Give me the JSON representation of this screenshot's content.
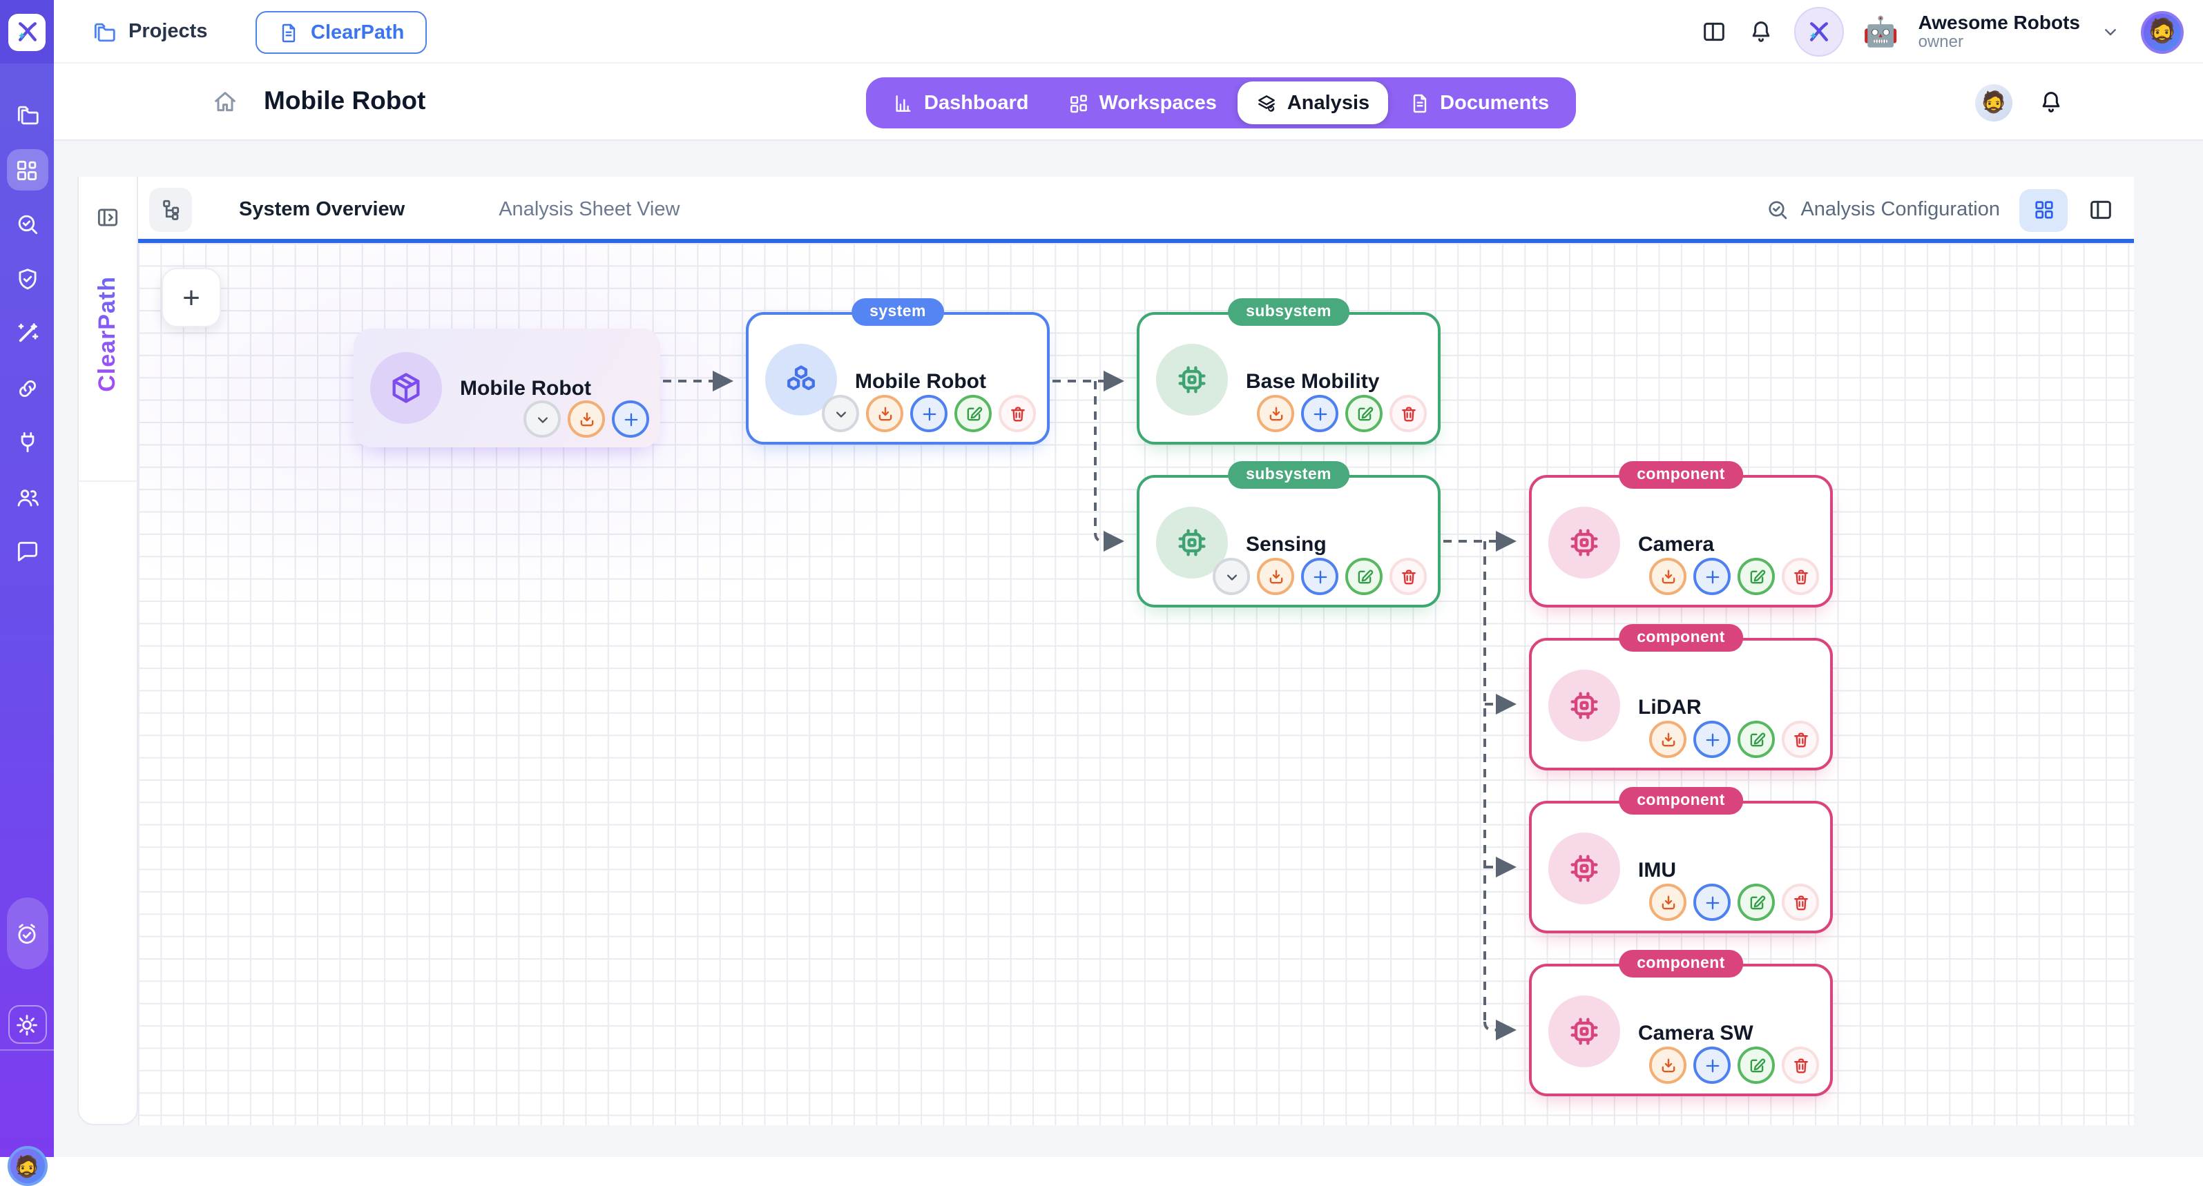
{
  "topbar": {
    "projects_label": "Projects",
    "clearpath_label": "ClearPath",
    "org_name": "Awesome Robots",
    "org_role": "owner"
  },
  "header": {
    "title": "Mobile Robot",
    "tabs": [
      {
        "label": "Dashboard",
        "active": false
      },
      {
        "label": "Workspaces",
        "active": false
      },
      {
        "label": "Analysis",
        "active": true
      },
      {
        "label": "Documents",
        "active": false
      }
    ]
  },
  "viewbar": {
    "tabs": [
      {
        "label": "System Overview",
        "active": true
      },
      {
        "label": "Analysis Sheet View",
        "active": false
      }
    ],
    "config_label": "Analysis Configuration"
  },
  "rail": {
    "brand_vertical": "ClearPath"
  },
  "icons": {
    "robot_emoji": "🤖",
    "user_emoji": "🧔"
  },
  "canvas": {
    "add_label": "+",
    "nodes": [
      {
        "title": "Mobile Robot",
        "badge": "",
        "kind": "root",
        "actions": [
          "collapse",
          "download",
          "add"
        ]
      },
      {
        "title": "Mobile Robot",
        "badge": "system",
        "kind": "system",
        "actions": [
          "collapse",
          "download",
          "add",
          "edit",
          "delete"
        ]
      },
      {
        "title": "Base Mobility",
        "badge": "subsystem",
        "kind": "subsystem",
        "actions": [
          "download",
          "add",
          "edit",
          "delete"
        ]
      },
      {
        "title": "Sensing",
        "badge": "subsystem",
        "kind": "subsystem",
        "actions": [
          "collapse",
          "download",
          "add",
          "edit",
          "delete"
        ]
      },
      {
        "title": "Camera",
        "badge": "component",
        "kind": "component",
        "actions": [
          "download",
          "add",
          "edit",
          "delete"
        ]
      },
      {
        "title": "LiDAR",
        "badge": "component",
        "kind": "component",
        "actions": [
          "download",
          "add",
          "edit",
          "delete"
        ]
      },
      {
        "title": "IMU",
        "badge": "component",
        "kind": "component",
        "actions": [
          "download",
          "add",
          "edit",
          "delete"
        ]
      },
      {
        "title": "Camera SW",
        "badge": "component",
        "kind": "component",
        "actions": [
          "download",
          "add",
          "edit",
          "delete"
        ]
      }
    ]
  },
  "colors": {
    "sidebar_purple": "#6b4deb",
    "tab_pill_purple": "#8f63f3",
    "active_underline_blue": "#2a67e8",
    "system_blue": "#5585f2",
    "subsystem_green": "#47a97c",
    "component_pink": "#d9447c",
    "action_orange": "#e2581f",
    "action_blue": "#2f6bed",
    "action_green": "#2f9e44",
    "action_red": "#e03131"
  }
}
